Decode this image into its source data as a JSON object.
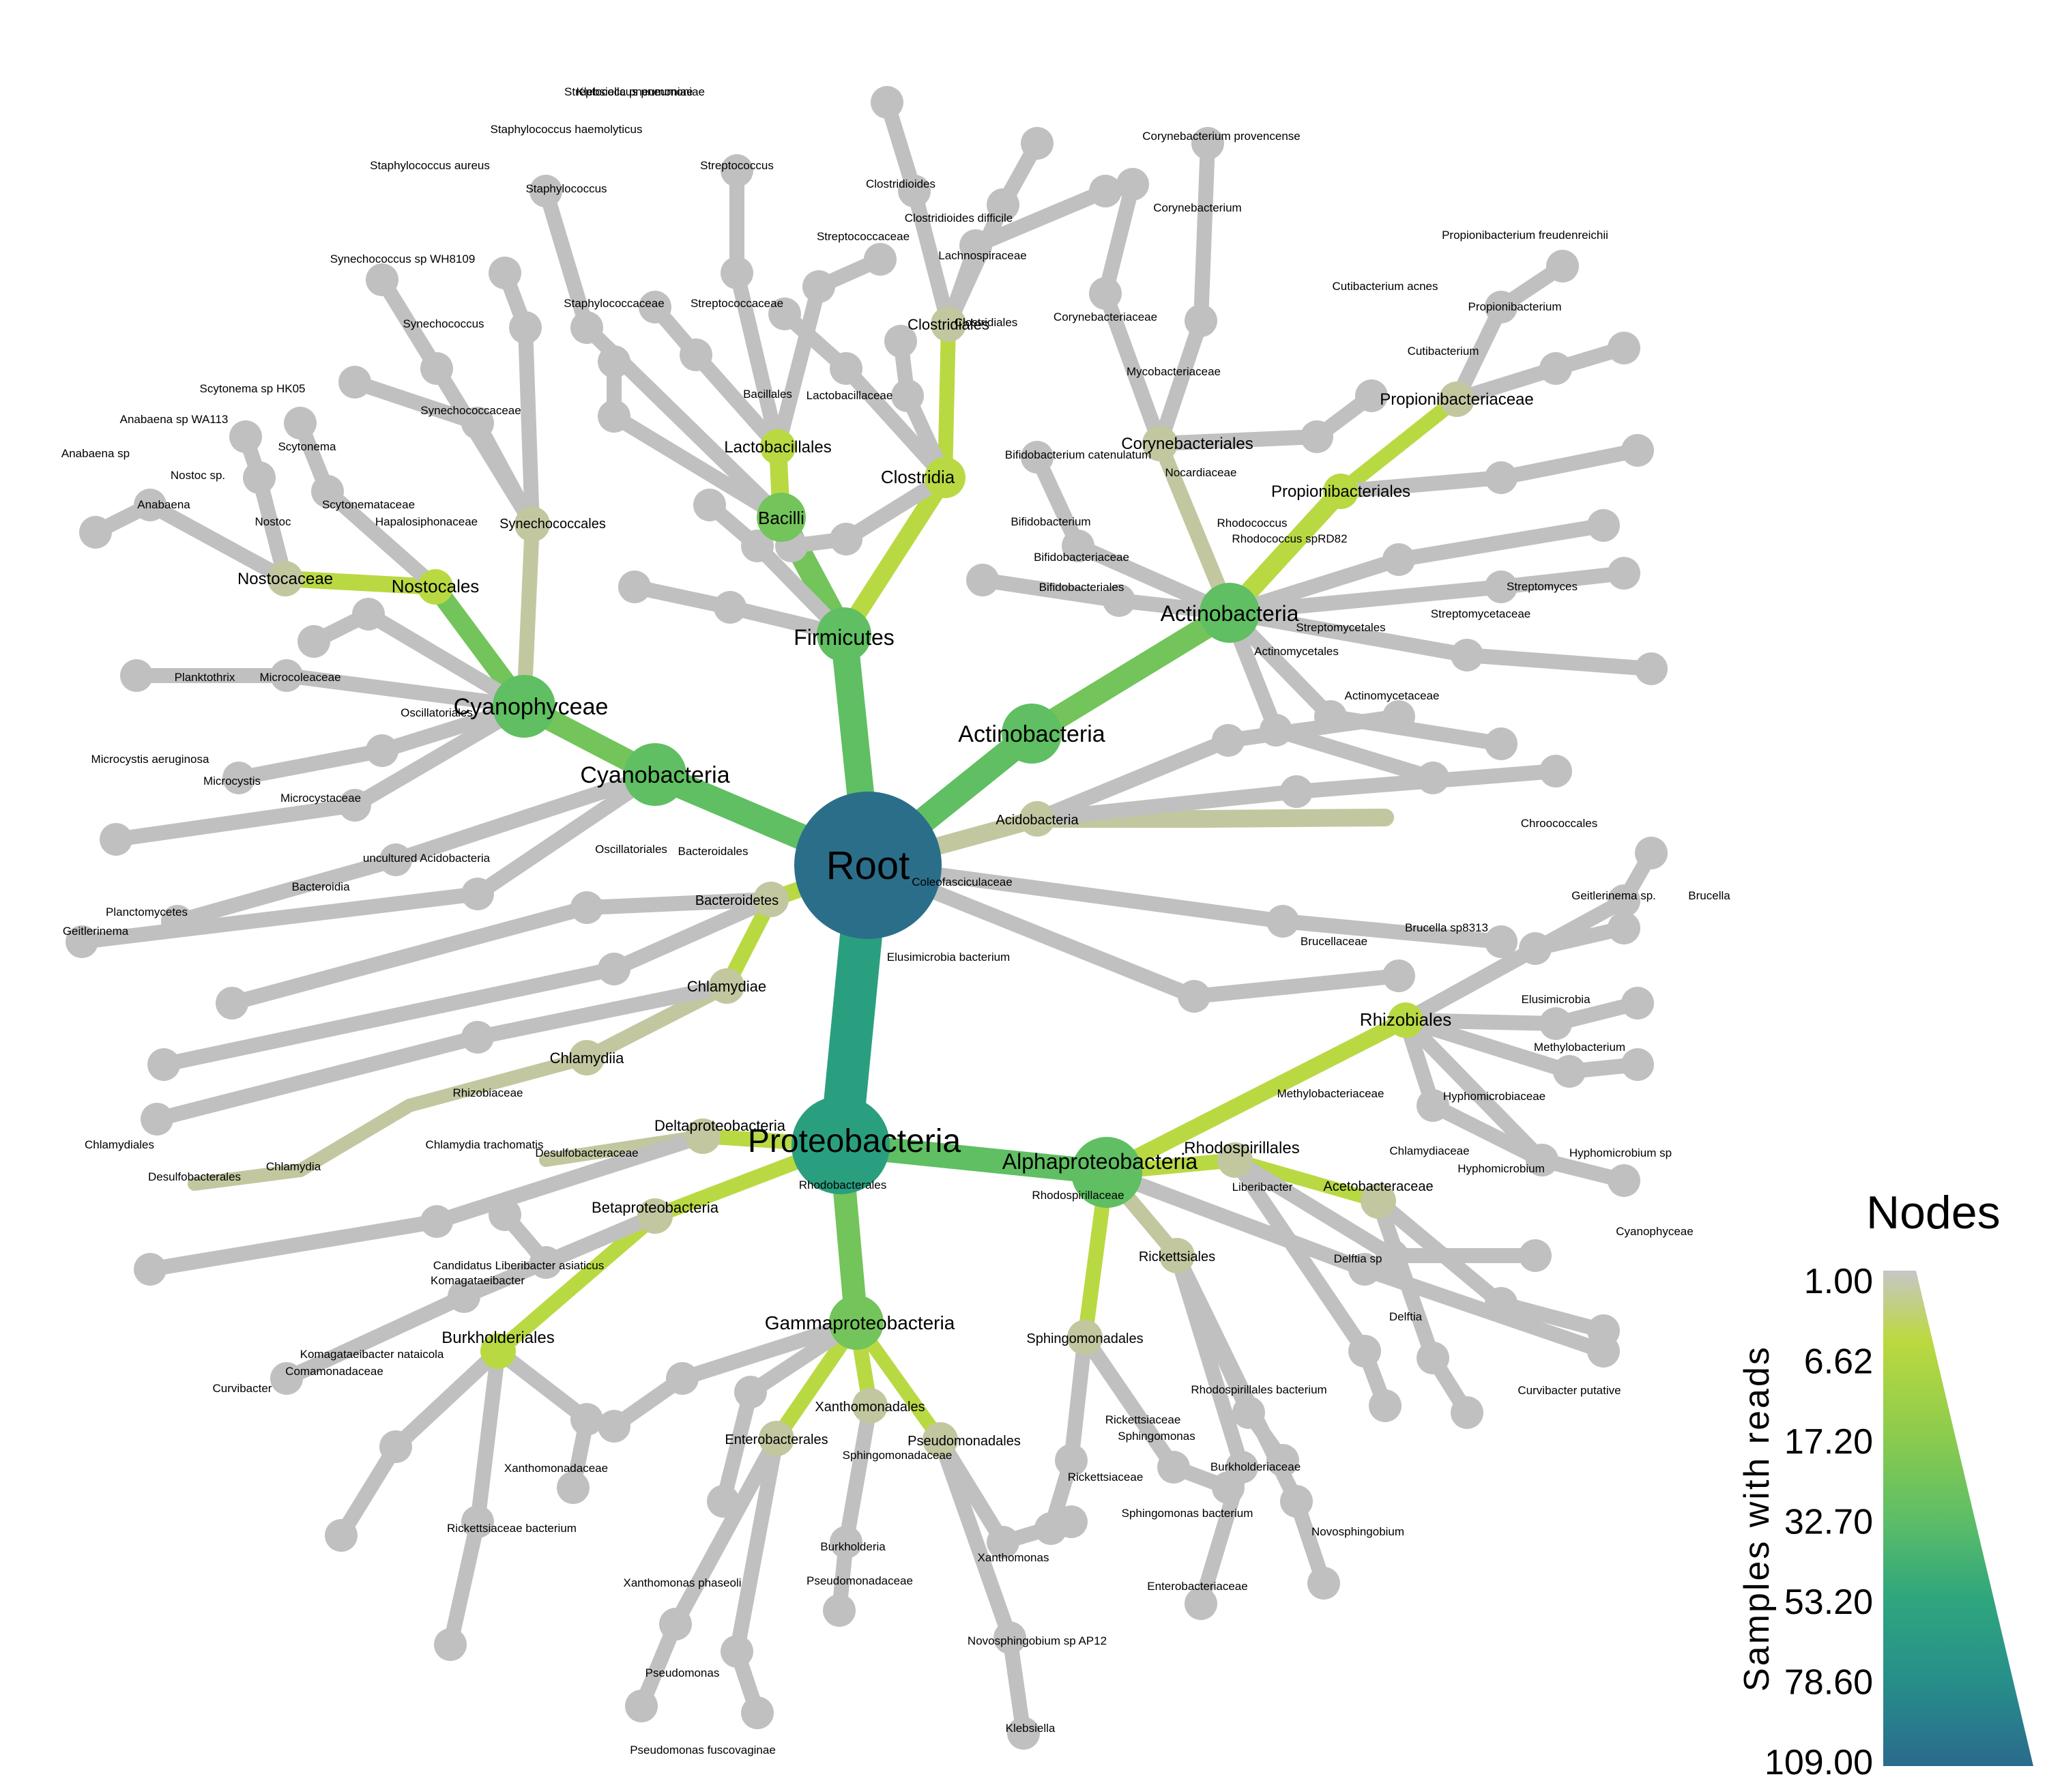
{
  "colors": {
    "leaf": "#c0c0c0",
    "branch_lo": "#c2c7a0",
    "branch_mid": "#b9d943",
    "branch_hi": "#73c45a",
    "green": "#5fbf62",
    "teal": "#2a9f7f",
    "root": "#2b6e8a"
  },
  "root": {
    "label": "Root"
  },
  "nodes": [
    {
      "id": "proteobacteria",
      "label": "Proteobacteria",
      "size": "xl"
    },
    {
      "id": "alphaproteobacteria",
      "label": "Alphaproteobacteria",
      "size": "l"
    },
    {
      "id": "firmicutes",
      "label": "Firmicutes",
      "size": "m"
    },
    {
      "id": "actinobacteria_phylum",
      "label": "Actinobacteria",
      "size": "l"
    },
    {
      "id": "actinobacteria_class",
      "label": "Actinobacteria",
      "size": "l"
    },
    {
      "id": "cyanobacteria",
      "label": "Cyanobacteria",
      "size": "l"
    },
    {
      "id": "cyanophyceae",
      "label": "Cyanophyceae",
      "size": "l"
    },
    {
      "id": "bacilli",
      "label": "Bacilli",
      "size": "m"
    },
    {
      "id": "clostridia",
      "label": "Clostridia",
      "size": "m"
    },
    {
      "id": "gammaproteobacteria",
      "label": "Gammaproteobacteria",
      "size": "m"
    },
    {
      "id": "betaproteobacteria",
      "label": "Betaproteobacteria",
      "size": "s"
    },
    {
      "id": "deltaproteobacteria",
      "label": "Deltaproteobacteria",
      "size": "s"
    },
    {
      "id": "rhizobiales",
      "label": "Rhizobiales",
      "size": "m"
    },
    {
      "id": "rhodospirillales",
      "label": "Rhodospirillales",
      "size": "m"
    },
    {
      "id": "acetobacteraceae",
      "label": "Acetobacteraceae",
      "size": "s"
    },
    {
      "id": "burkholderiales",
      "label": "Burkholderiales",
      "size": "m"
    },
    {
      "id": "acidobacteria",
      "label": "Acidobacteria",
      "size": "s"
    },
    {
      "id": "bacteroidetes",
      "label": "Bacteroidetes",
      "size": "s"
    },
    {
      "id": "chlamydiae",
      "label": "Chlamydiae",
      "size": "s"
    },
    {
      "id": "chlamydiia",
      "label": "Chlamydiia",
      "size": "s"
    },
    {
      "id": "nostocales",
      "label": "Nostocales",
      "size": "m"
    },
    {
      "id": "nostocaceae",
      "label": "Nostocaceae",
      "size": "s"
    },
    {
      "id": "synechococcales",
      "label": "Synechococcales",
      "size": "s"
    },
    {
      "id": "lactobacillales",
      "label": "Lactobacillales",
      "size": "m"
    },
    {
      "id": "clostridiales",
      "label": "Clostridiales",
      "size": "s"
    },
    {
      "id": "corynebacteriales",
      "label": "Corynebacteriales",
      "size": "m"
    },
    {
      "id": "propionibacteriales",
      "label": "Propionibacteriales",
      "size": "m"
    },
    {
      "id": "propionibacteriaceae",
      "label": "Propionibacteriaceae",
      "size": "s"
    },
    {
      "id": "rickettsiales",
      "label": "Rickettsiales",
      "size": "s"
    },
    {
      "id": "sphingomonadales",
      "label": "Sphingomonadales",
      "size": "s"
    },
    {
      "id": "xanthomonadales",
      "label": "Xanthomonadales",
      "size": "s"
    },
    {
      "id": "pseudomonadales",
      "label": "Pseudomonadales",
      "size": "s"
    },
    {
      "id": "enterobacterales",
      "label": "Enterobacterales",
      "size": "s"
    }
  ],
  "labels": [
    "Streptococcus pneumoniae",
    "Staphylococcus haemolyticus",
    "Staphylococcus aureus",
    "Staphylococcus",
    "Streptococcus",
    "Clostridioides",
    "Clostridioides difficile",
    "Streptococcaceae",
    "Lachnospiraceae",
    "Corynebacterium provencense",
    "Corynebacterium",
    "Propionibacterium freudenreichii",
    "Cutibacterium acnes",
    "Propionibacterium",
    "Cutibacterium",
    "Synechococcus sp WH8109",
    "Staphylococcaceae",
    "Streptococcaceae",
    "Clostridiales",
    "Corynebacteriaceae",
    "Synechococcus",
    "Mycobacteriaceae",
    "Scytonema sp HK05",
    "Synechococcaceae",
    "Bacillales",
    "Lactobacillaceae",
    "Anabaena sp WA113",
    "Scytonema",
    "Bifidobacterium catenulatum",
    "Nocardiaceae",
    "Anabaena sp",
    "Nostoc sp.",
    "Scytonemataceae",
    "Anabaena",
    "Nostoc",
    "Hapalosiphonaceae",
    "Bifidobacterium",
    "Rhodococcus",
    "Rhodococcus spRD82",
    "Bifidobacteriaceae",
    "Bifidobacteriales",
    "Streptomyces",
    "Streptomycetales",
    "Streptomycetaceae",
    "Actinomycetales",
    "Planktothrix",
    "Microcoleaceae",
    "Actinomycetaceae",
    "Oscillatoriales",
    "Microcystis aeruginosa",
    "Microcystis",
    "Microcystaceae",
    "Chroococcales",
    "uncultured Acidobacteria",
    "Oscillatoriales",
    "Bacteroidales",
    "Bacteroidia",
    "Coleofasciculaceae",
    "Planctomycetes",
    "Geitlerinema",
    "Geitlerinema sp.",
    "Brucella",
    "Brucella sp8313",
    "Brucellaceae",
    "Elusimicrobia bacterium",
    "Elusimicrobia",
    "Methylobacterium",
    "Methylobacteriaceae",
    "Hyphomicrobiaceae",
    "Rhizobiaceae",
    "Chlamydiales",
    "Chlamydia trachomatis",
    "Desulfobacteraceae",
    "Desulfobacterales",
    "Chlamydia",
    "Chlamydiaceae",
    "Hyphomicrobium",
    "Hyphomicrobium sp",
    "Liberibacter",
    "Rhodospirillaceae",
    "Rhodobacterales",
    "Cyanophyceae",
    "Candidatus Liberibacter asiaticus",
    "Delftia sp",
    "Komagataeibacter",
    "Delftia",
    "Komagataeibacter nataicola",
    "Comamonadaceae",
    "Curvibacter",
    "Curvibacter putative",
    "Rhodospirillales bacterium",
    "Rickettsiaceae",
    "Sphingomonas",
    "Sphingomonadaceae",
    "Xanthomonadaceae",
    "Burkholderiaceae",
    "Rickettsiaceae",
    "Sphingomonas bacterium",
    "Novosphingobium",
    "Rickettsiaceae bacterium",
    "Burkholderia",
    "Xanthomonas",
    "Pseudomonadaceae",
    "Xanthomonas phaseoli",
    "Enterobacteriaceae",
    "Novosphingobium sp AP12",
    "Pseudomonas",
    "Klebsiella",
    "Pseudomonas fuscovaginae",
    "Klebsiella pneumoniae"
  ],
  "legend": {
    "title": "Nodes",
    "axis_label": "Samples with reads",
    "ticks": [
      "1.00",
      "6.62",
      "17.20",
      "32.70",
      "53.20",
      "78.60",
      "109.00"
    ]
  }
}
